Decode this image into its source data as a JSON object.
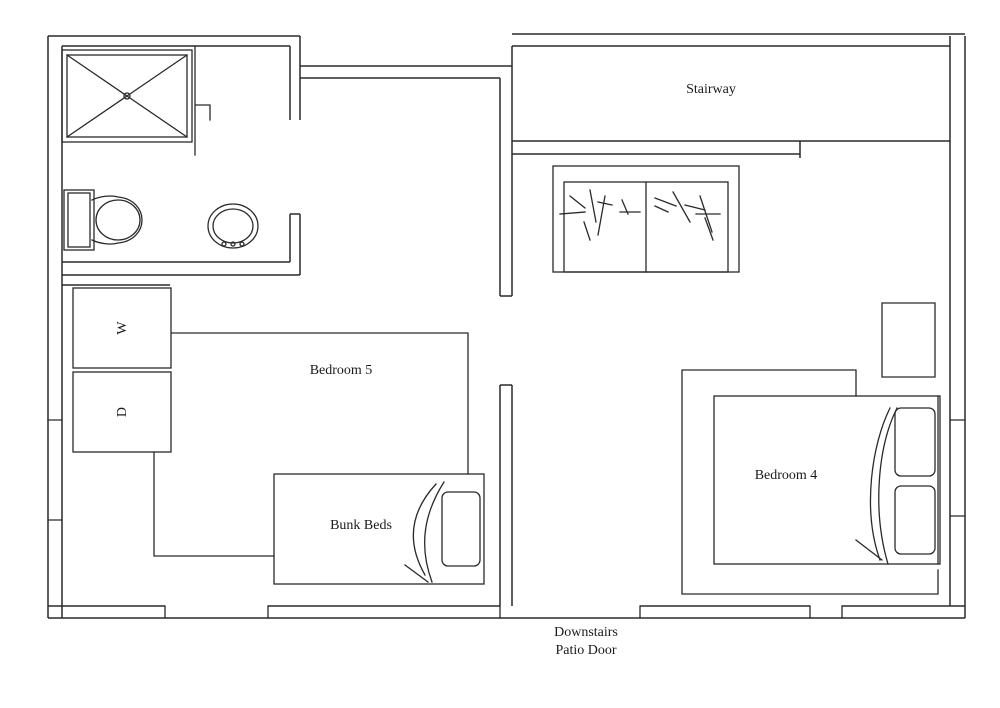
{
  "labels": {
    "stairway": "Stairway",
    "bedroom5": "Bedroom 5",
    "bedroom4": "Bedroom 4",
    "bunk_beds": "Bunk Beds",
    "patio_line1": "Downstairs",
    "patio_line2": "Patio Door",
    "washer": "W",
    "dryer": "D"
  },
  "colors": {
    "line": "#2a2a2a",
    "background": "#ffffff"
  }
}
